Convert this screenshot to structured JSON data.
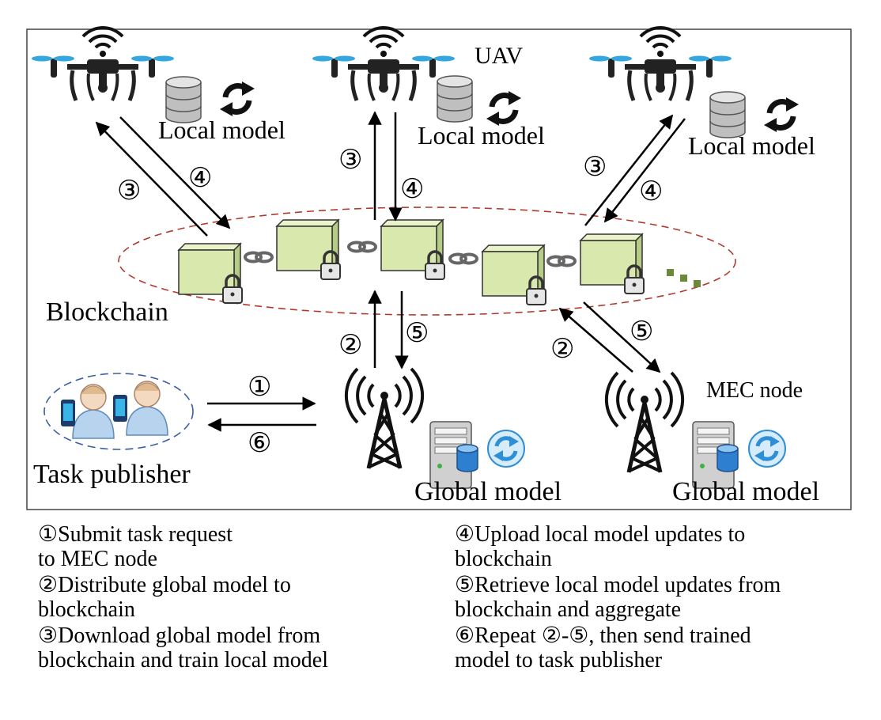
{
  "labels": {
    "uav": "UAV",
    "local_model": "Local model",
    "blockchain": "Blockchain",
    "mec_node": "MEC node",
    "task_publisher": "Task publisher",
    "global_model": "Global model"
  },
  "steps": {
    "s1": "①",
    "s2": "②",
    "s3": "③",
    "s4": "④",
    "s5": "⑤",
    "s6": "⑥"
  },
  "legend": [
    {
      "lines": [
        "①Submit task request",
        "to MEC node"
      ]
    },
    {
      "lines": [
        "②Distribute global model to",
        "blockchain"
      ]
    },
    {
      "lines": [
        "③Download global model from",
        "blockchain and train local model"
      ]
    },
    {
      "lines": [
        "④Upload local model updates to",
        "blockchain"
      ]
    },
    {
      "lines": [
        "⑤Retrieve local model updates from",
        "blockchain and aggregate"
      ]
    },
    {
      "lines": [
        "⑥Repeat ②-⑤, then send trained",
        "model to task publisher"
      ]
    }
  ],
  "colors": {
    "block_fill": "#d9e8ad",
    "block_dark": "#b6cc85",
    "ellipse": "#b03a2e",
    "publisher_ellipse": "#3a5fa8",
    "propeller": "#35a7e0",
    "sync": "#2e8fd6"
  }
}
